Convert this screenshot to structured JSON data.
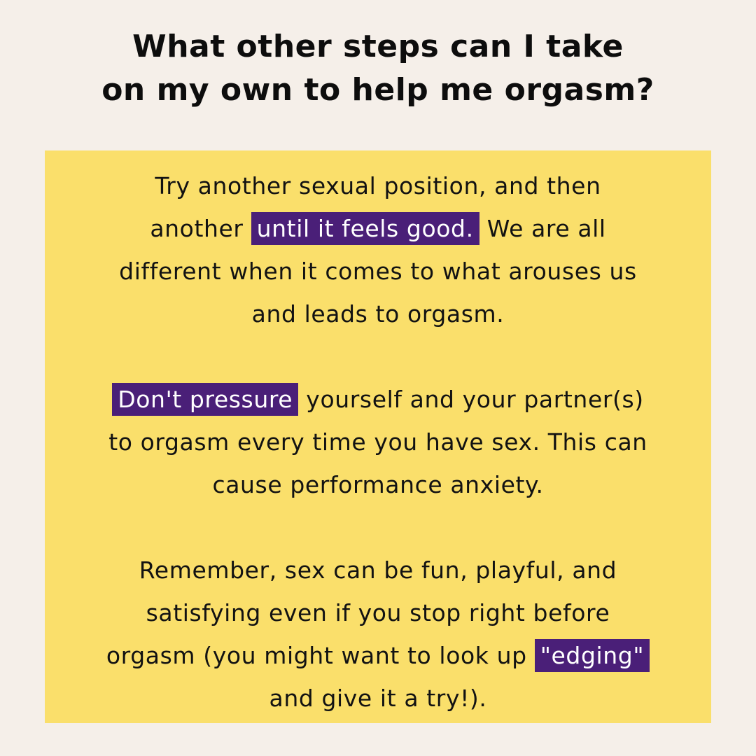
{
  "title": {
    "line1": "What other steps can I take",
    "line2": "on my own to help me orgasm?"
  },
  "paragraphs": [
    {
      "lines": [
        {
          "before": "Try another sexual position, and then",
          "highlight": "",
          "after": ""
        },
        {
          "before": "another ",
          "highlight": "until it feels good.",
          "after": " We are all"
        },
        {
          "before": "different when it comes to what arouses us",
          "highlight": "",
          "after": ""
        },
        {
          "before": "and leads to orgasm.",
          "highlight": "",
          "after": ""
        }
      ]
    },
    {
      "lines": [
        {
          "before": "",
          "highlight": "Don't pressure",
          "after": " yourself and your partner(s)"
        },
        {
          "before": "to orgasm every time you have sex. This can",
          "highlight": "",
          "after": ""
        },
        {
          "before": "cause performance anxiety.",
          "highlight": "",
          "after": ""
        }
      ]
    },
    {
      "lines": [
        {
          "before": "Remember, sex can be fun, playful, and",
          "highlight": "",
          "after": ""
        },
        {
          "before": "satisfying even if you stop right before",
          "highlight": "",
          "after": ""
        },
        {
          "before": "orgasm (you might want to look up ",
          "highlight": "\"edging\"",
          "after": ""
        },
        {
          "before": "and give it a try!).",
          "highlight": "",
          "after": ""
        }
      ]
    }
  ],
  "colors": {
    "background": "#f5efe9",
    "card": "#fadf6b",
    "highlight": "#4a1f78",
    "highlight_text": "#ffffff",
    "text": "#121212"
  }
}
